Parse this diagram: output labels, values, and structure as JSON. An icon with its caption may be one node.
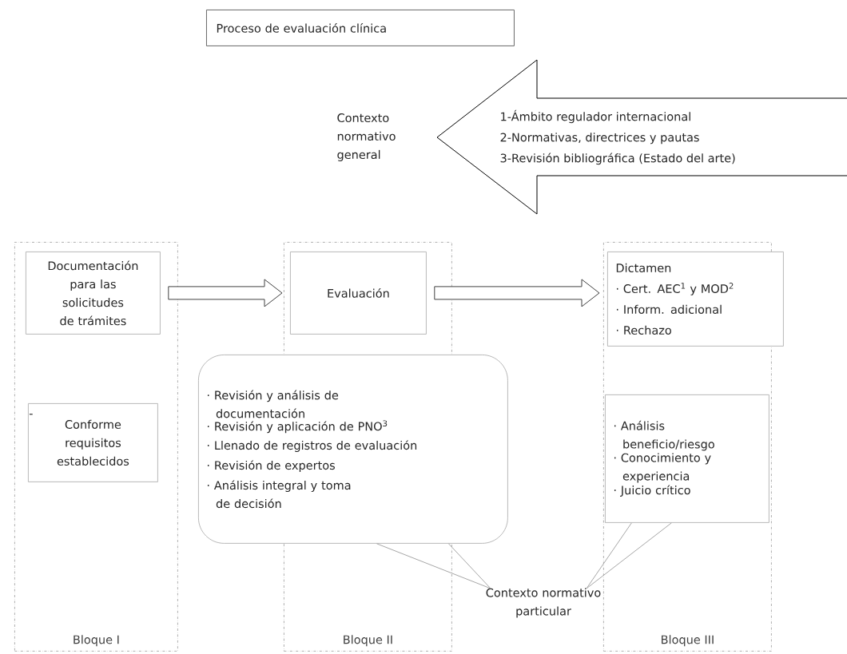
{
  "diagram": {
    "nodes": [
      {
        "text": [
          "Proceso de evaluación clínica"
        ]
      },
      {
        "text": [
          "Contexto normativo general"
        ]
      },
      {
        "text": [
          "1-Ámbito regulador internacional",
          "2-Normativas, directrices y pautas",
          "3-Revisión bibliográfica  (Estado del arte)"
        ]
      },
      {
        "text": [
          "Bloque I"
        ]
      },
      {
        "text": [
          "Documentación para las solicitudes de trámites"
        ],
        "in": 3
      },
      {
        "text": [
          "-",
          "Conforme requisitos establecidos"
        ],
        "in": 3
      },
      {
        "text": [
          "Bloque II"
        ]
      },
      {
        "text": [
          "Evaluación"
        ],
        "in": 6
      },
      {
        "text": [
          "· Revisión y análisis de documentación",
          "· Revisión y aplicación de PNO$^{3}$",
          "· Llenado de registros de evaluación",
          "· Revisión de expertos",
          "· Análisis  integral y toma de decisión"
        ]
      },
      {
        "text": [
          "Bloque III"
        ]
      },
      {
        "text": [
          "Dictamen",
          "· Cert. AEC$^{1}$ y MOD$^{2}$",
          "· Inform. adicional",
          "· Rechazo"
        ],
        "in": 9
      },
      {
        "text": [
          "· Análisis beneficio/riesgo",
          "· Conocimiento y experiencia",
          "· Juicio crítico"
        ],
        "in": 9
      },
      {
        "text": [
          "Contexto normativo particular"
        ]
      }
    ],
    "edges": [
      {
        "from": 4,
        "to": 7,
        "arrow": "to"
      },
      {
        "from": 7,
        "to": 10,
        "arrow": "to"
      },
      {
        "from": 8,
        "to": 12,
        "arrow": "none"
      },
      {
        "from": 11,
        "to": 12,
        "arrow": "none"
      }
    ]
  }
}
